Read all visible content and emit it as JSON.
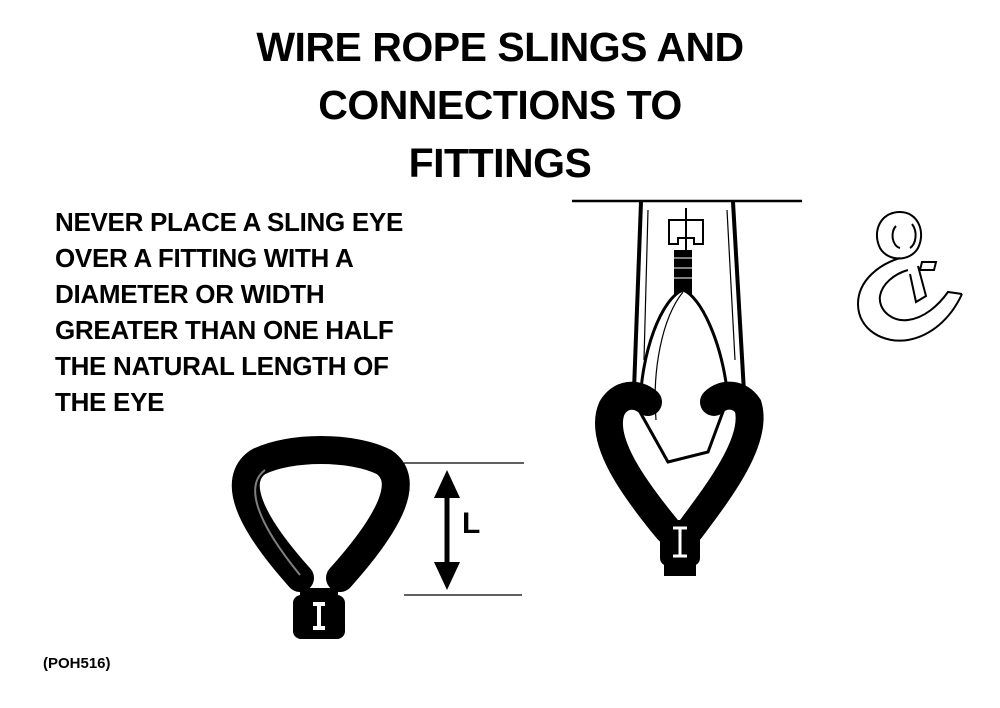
{
  "title": {
    "lines": [
      "WIRE ROPE SLINGS AND",
      "CONNECTIONS TO",
      "FITTINGS"
    ]
  },
  "rule": {
    "lines": [
      "NEVER PLACE A SLING EYE",
      "OVER A FITTING WITH A",
      "DIAMETER OR WIDTH",
      "GREATER THAN ONE HALF",
      "THE NATURAL LENGTH OF",
      "THE EYE"
    ]
  },
  "dimension_label": "L",
  "figure_code": "(POH516)"
}
